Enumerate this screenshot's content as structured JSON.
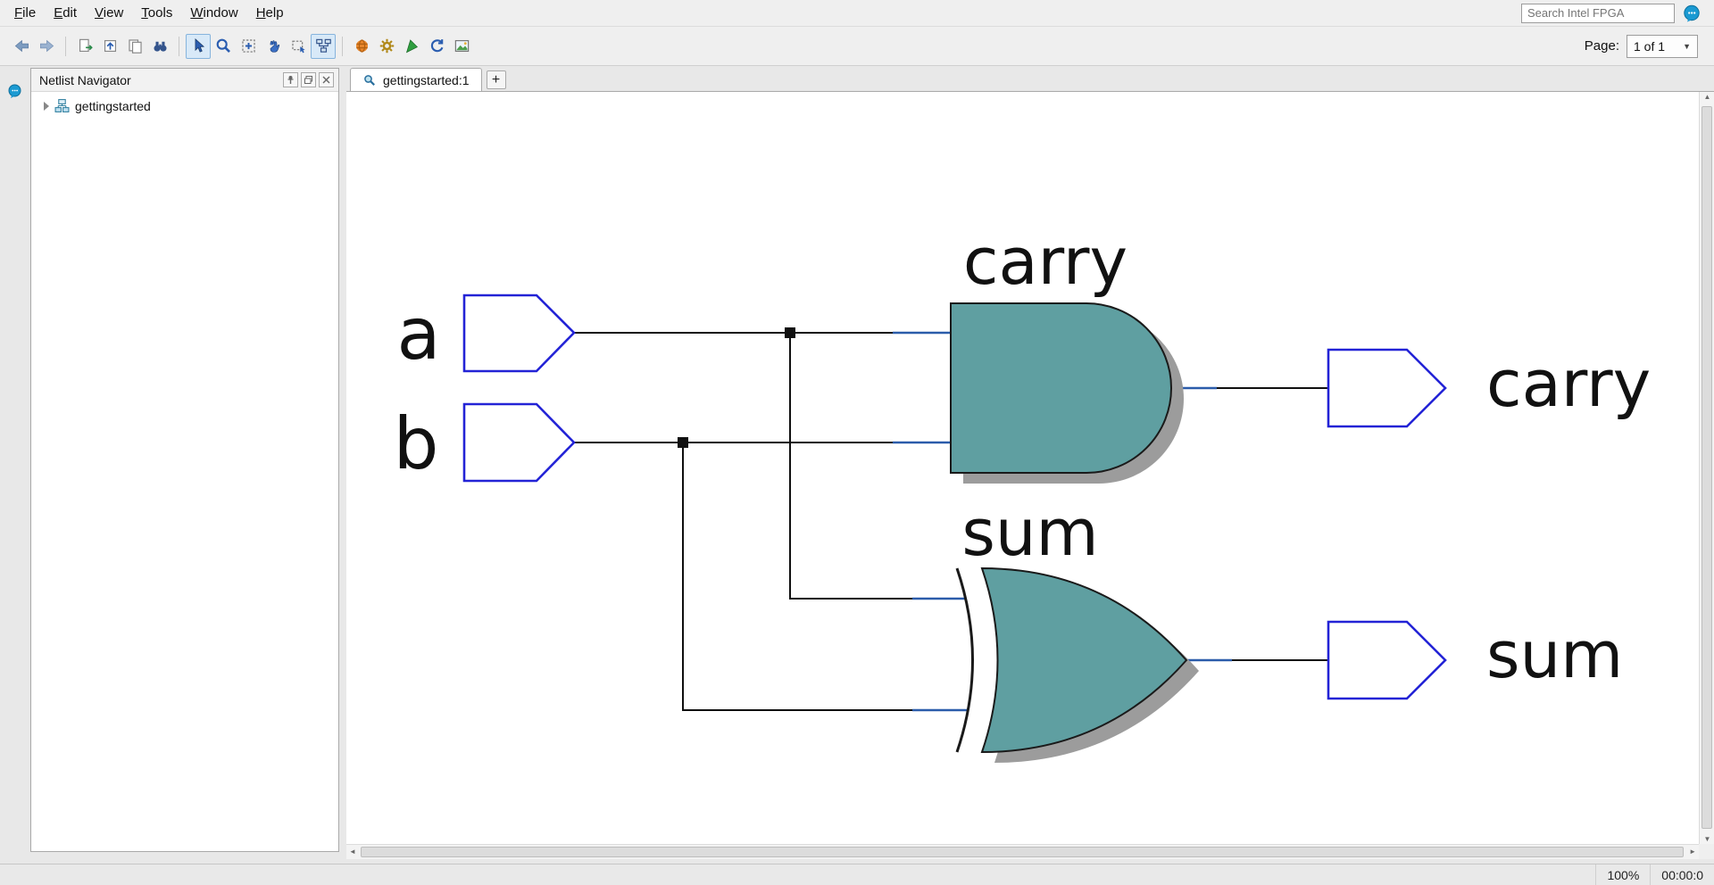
{
  "menubar": {
    "items": [
      "File",
      "Edit",
      "View",
      "Tools",
      "Window",
      "Help"
    ],
    "search_placeholder": "Search Intel FPGA",
    "help_bubble_icon": "chat-bubble-icon"
  },
  "toolbar": {
    "page_label": "Page:",
    "page_value": "1 of 1",
    "buttons": [
      "back",
      "forward",
      "export-netlist",
      "go-up-hierarchy",
      "copy-page",
      "find",
      "select-tool",
      "zoom-tool",
      "fit-in-window",
      "pan-tool",
      "rubber-band-select",
      "netlist-navigator-toggle",
      "world-view",
      "settings-gear",
      "highlight-flag",
      "refresh",
      "screenshot"
    ]
  },
  "navigator": {
    "title": "Netlist Navigator",
    "header_icons": [
      "pin-icon",
      "float-icon",
      "close-icon"
    ],
    "items": [
      {
        "label": "gettingstarted"
      }
    ]
  },
  "tabbar": {
    "active_tab": "gettingstarted:1",
    "new_tab_label": "+"
  },
  "schematic": {
    "input_ports": [
      {
        "name": "a"
      },
      {
        "name": "b"
      }
    ],
    "output_ports": [
      {
        "name": "carry"
      },
      {
        "name": "sum"
      }
    ],
    "gates": [
      {
        "type": "AND",
        "label": "carry"
      },
      {
        "type": "XOR",
        "label": "sum"
      }
    ],
    "colors": {
      "gate_fill": "#5f9fa1",
      "gate_shadow": "#9c9c9c",
      "port_stroke": "#2323d6",
      "wire": "#101010",
      "pin_stub": "#2b5caa"
    }
  },
  "statusbar": {
    "zoom": "100%",
    "time": "00:00:0"
  }
}
